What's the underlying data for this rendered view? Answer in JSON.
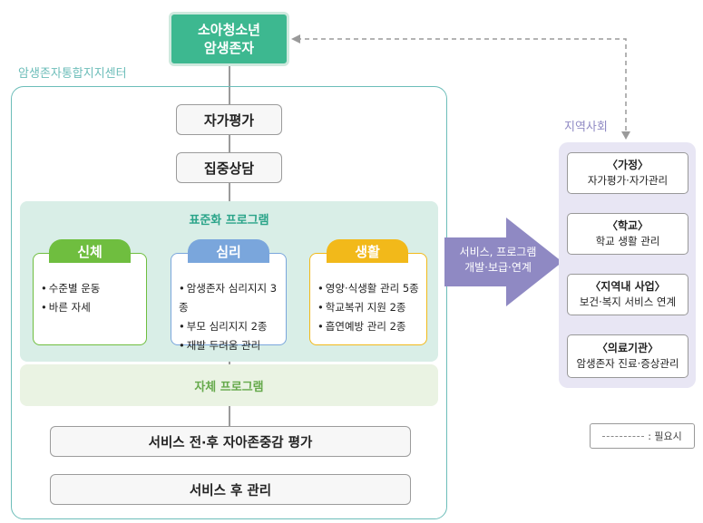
{
  "colors": {
    "accent_green": "#3db890",
    "frame_teal": "#6cbdb9",
    "std_title": "#2aa489",
    "own_title": "#65a94b",
    "body_green": "#6fbe3f",
    "mind_blue": "#7aa6dc",
    "life_yellow": "#f2b91a",
    "arrow_purple": "#8f89c3",
    "community_title": "#8f89c3"
  },
  "top_node": {
    "line1": "소아청소년",
    "line2": "암생존자"
  },
  "center": {
    "title": "암생존자통합지지센터"
  },
  "steps": {
    "self_eval": "자가평가",
    "intensive": "집중상담"
  },
  "standard_program": {
    "title": "표준화 프로그램",
    "categories": [
      {
        "name": "신체",
        "items": [
          "수준별 운동",
          "바른 자세"
        ]
      },
      {
        "name": "심리",
        "items": [
          "암생존자 심리지지 3종",
          "부모 심리지지 2종",
          "재발 두려움 관리"
        ]
      },
      {
        "name": "생활",
        "items": [
          "영양·식생활 관리 5종",
          "학교복귀 지원 2종",
          "흡연예방 관리 2종"
        ]
      }
    ]
  },
  "own_program": {
    "title": "자체 프로그램"
  },
  "bottom_steps": {
    "before_after": "서비스 전·후 자아존중감 평가",
    "after_care": "서비스 후 관리"
  },
  "arrow": {
    "line1": "서비스, 프로그램",
    "line2": "개발·보급·연계"
  },
  "community": {
    "title": "지역사회",
    "boxes": [
      {
        "title": "〈가정〉",
        "desc": "자가평가·자가관리"
      },
      {
        "title": "〈학교〉",
        "desc": "학교 생활 관리"
      },
      {
        "title": "〈지역내 사업〉",
        "desc": "보건·복지 서비스 연계"
      },
      {
        "title": "〈의료기관〉",
        "desc": "암생존자 진료·증상관리"
      }
    ]
  },
  "legend": {
    "label": ": 필요시"
  }
}
